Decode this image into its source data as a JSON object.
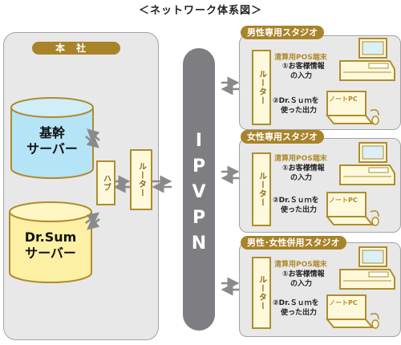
{
  "title": "＜ネットワーク体系図＞",
  "hq": {
    "tag": "本社",
    "server1": [
      "基幹",
      "サーバー"
    ],
    "server2": [
      "Dr.Sum",
      "サーバー"
    ],
    "hub": "ハブ",
    "router": "ルーター"
  },
  "vpn": [
    "I",
    "P",
    "V",
    "P",
    "N"
  ],
  "studios": [
    {
      "name": "男性専用スタジオ",
      "router": "ルーター",
      "pos": "清算用POS端末",
      "line1": [
        "①お客様情報",
        "の入力"
      ],
      "line2": [
        "②Dr.Ｓｕｍを",
        "使った出力"
      ],
      "pc": "ノートPC"
    },
    {
      "name": "女性専用スタジオ",
      "router": "ルーター",
      "pos": "清算用POS端末",
      "line1": [
        "①お客様情報",
        "の入力"
      ],
      "line2": [
        "②Dr.Ｓｕｍを",
        "使った出力"
      ],
      "pc": "ノートPC"
    },
    {
      "name": "男性･女性併用スタジオ",
      "router": "ルーター",
      "pos": "清算用POS端末",
      "line1": [
        "①お客様情報",
        "の入力"
      ],
      "line2": [
        "②Dr.Ｓｕｍを",
        "使った出力"
      ],
      "pc": "ノートPC"
    }
  ]
}
